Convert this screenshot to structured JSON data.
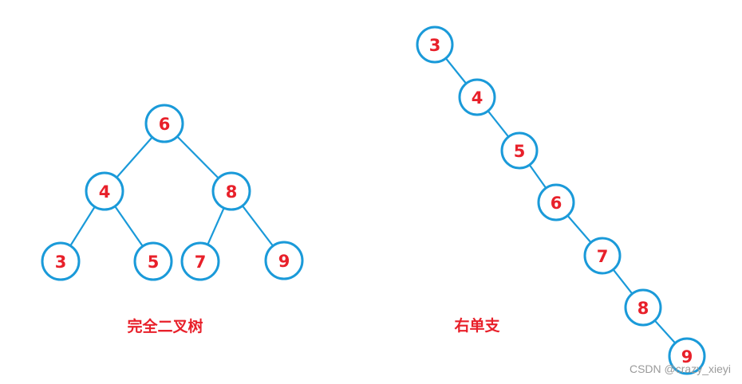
{
  "diagrams": [
    {
      "caption": "完全二叉树",
      "nodes": [
        {
          "id": "a6",
          "label": "6"
        },
        {
          "id": "a4",
          "label": "4"
        },
        {
          "id": "a8",
          "label": "8"
        },
        {
          "id": "a3",
          "label": "3"
        },
        {
          "id": "a5",
          "label": "5"
        },
        {
          "id": "a7",
          "label": "7"
        },
        {
          "id": "a9",
          "label": "9"
        }
      ],
      "edges": [
        [
          "a6",
          "a4"
        ],
        [
          "a6",
          "a8"
        ],
        [
          "a4",
          "a3"
        ],
        [
          "a4",
          "a5"
        ],
        [
          "a8",
          "a7"
        ],
        [
          "a8",
          "a9"
        ]
      ]
    },
    {
      "caption": "右单支",
      "nodes": [
        {
          "id": "b3",
          "label": "3"
        },
        {
          "id": "b4",
          "label": "4"
        },
        {
          "id": "b5",
          "label": "5"
        },
        {
          "id": "b6",
          "label": "6"
        },
        {
          "id": "b7",
          "label": "7"
        },
        {
          "id": "b8",
          "label": "8"
        },
        {
          "id": "b9",
          "label": "9"
        }
      ],
      "edges": [
        [
          "b3",
          "b4"
        ],
        [
          "b4",
          "b5"
        ],
        [
          "b5",
          "b6"
        ],
        [
          "b6",
          "b7"
        ],
        [
          "b7",
          "b8"
        ],
        [
          "b8",
          "b9"
        ]
      ]
    }
  ],
  "watermark": "CSDN @crazy_xieyi",
  "colors": {
    "edge": "#1a9ad9",
    "node_label": "#e8202a",
    "caption": "#e8202a",
    "watermark": "#9a9a9a"
  }
}
